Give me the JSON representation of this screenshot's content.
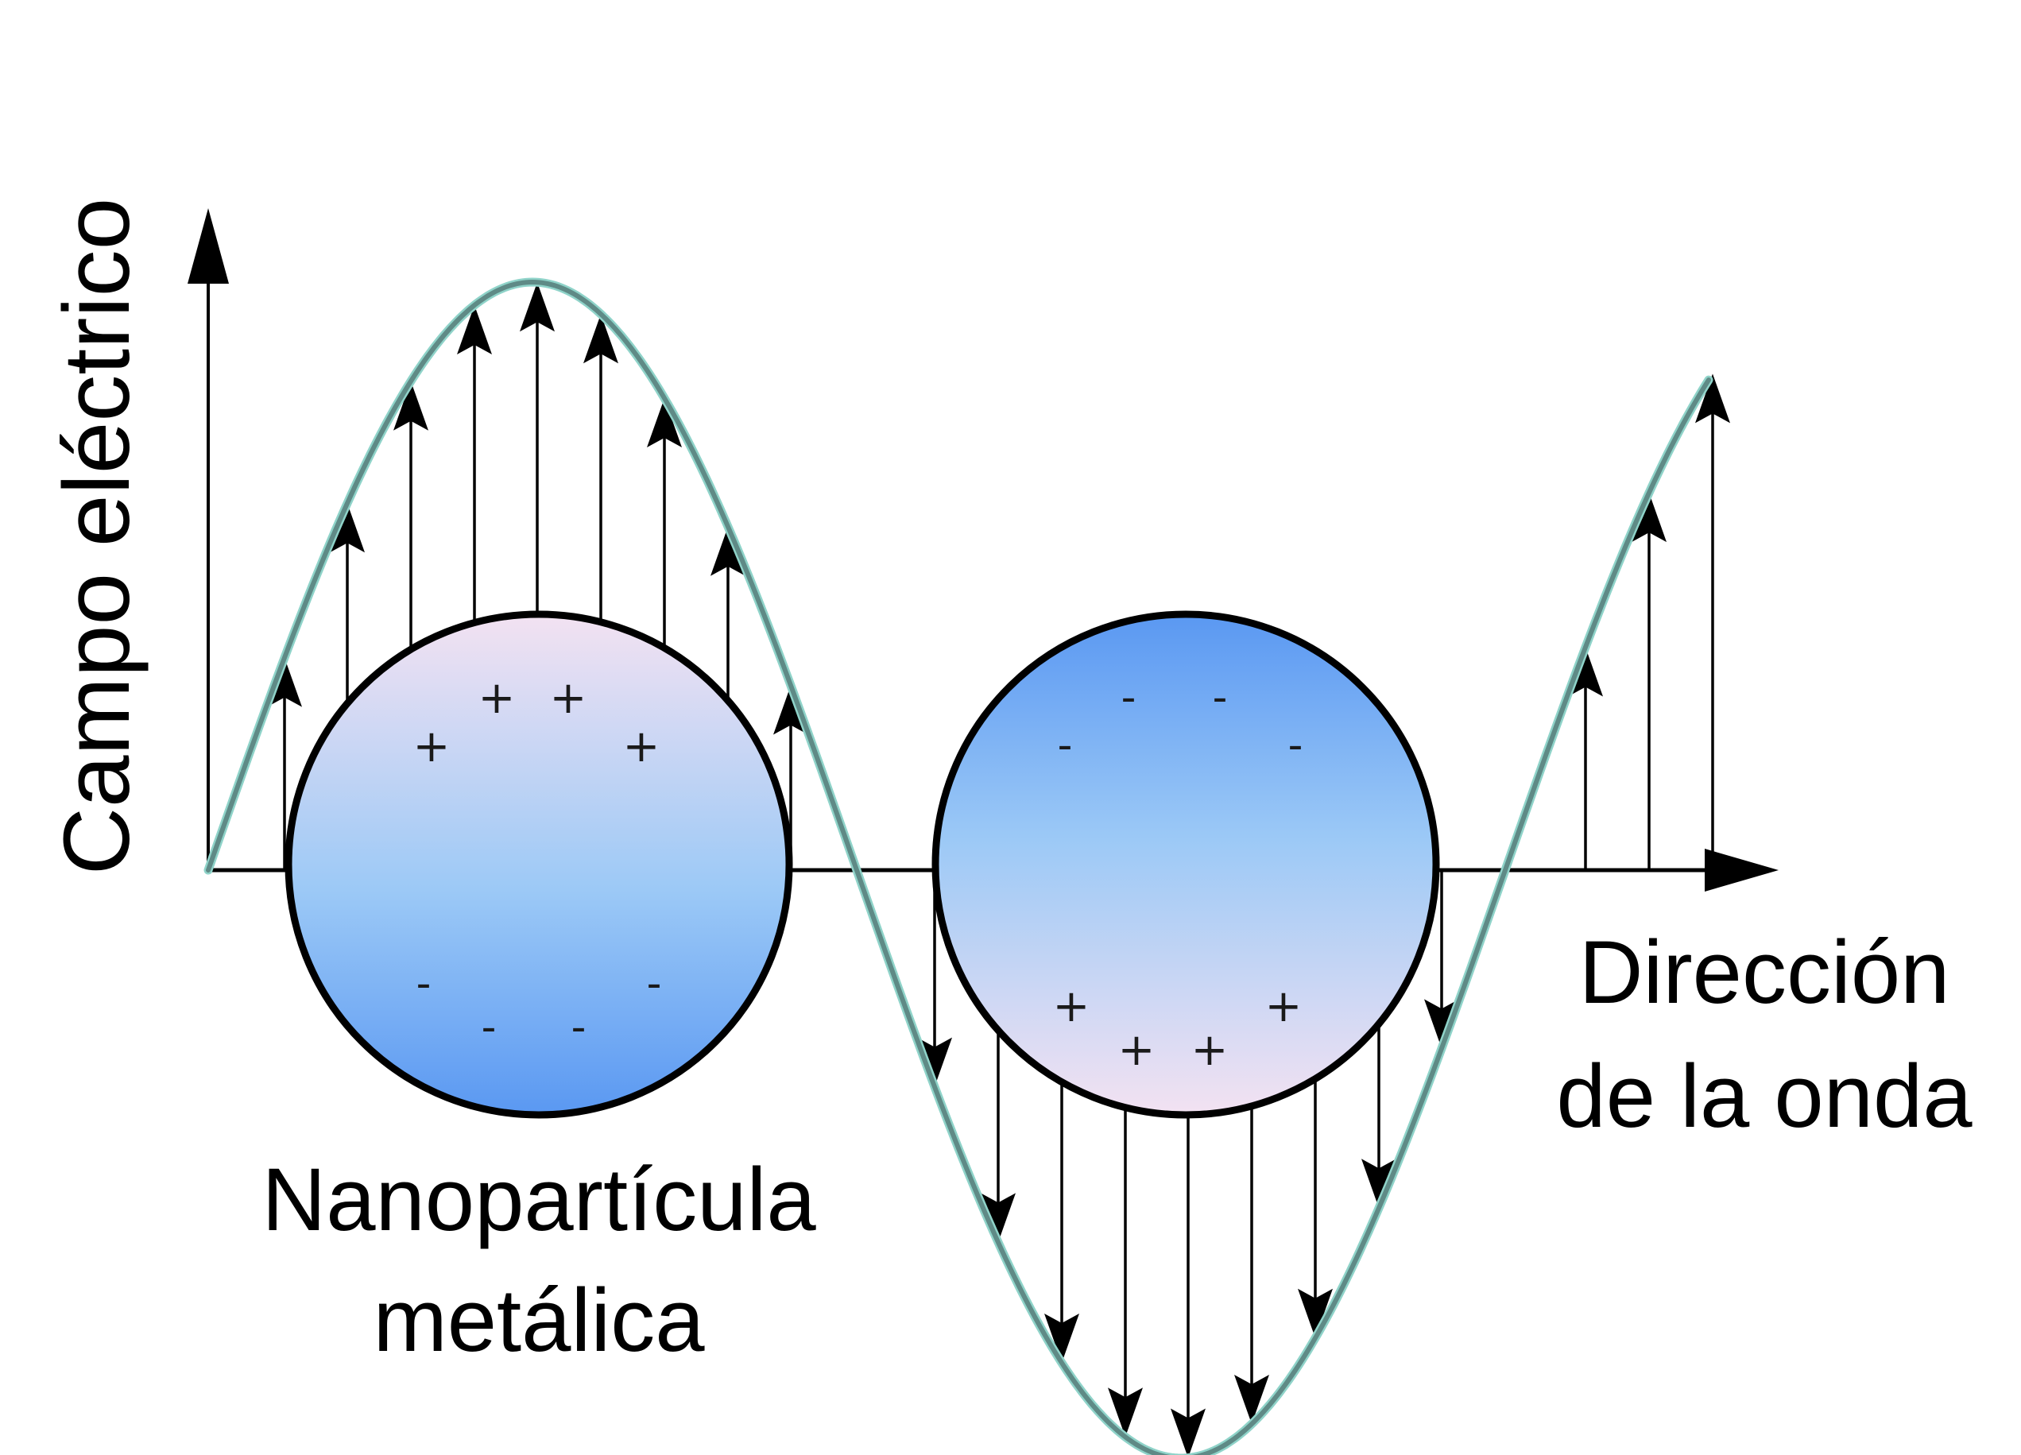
{
  "labels": {
    "y_axis": "Campo eléctrico",
    "x_axis_line1": "Dirección",
    "x_axis_line2": "de la onda",
    "particle_line1": "Nanopartícula",
    "particle_line2": "metálica"
  },
  "charges": {
    "positive": "+",
    "negative": "-"
  },
  "colors": {
    "wave": "#5f8a86",
    "wave_highlight": "#8fd3c9",
    "sphere_top": "#f0e0f0",
    "sphere_bottom": "#5a9cf5",
    "arrow": "#000000"
  }
}
